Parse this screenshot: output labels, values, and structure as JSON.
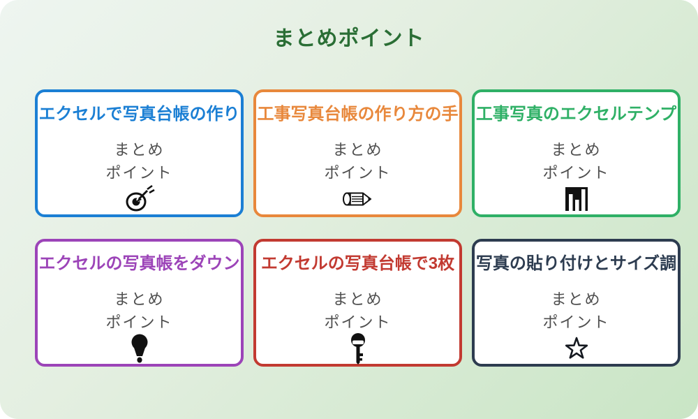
{
  "page": {
    "title": "まとめポイント"
  },
  "theme": {
    "background_start": "#eef5f0",
    "background_end": "#c9e5c5",
    "title_color": "#2a6e35",
    "subtitle_text_color": "#4f4f4f",
    "icon_color": "#111111"
  },
  "cards": [
    {
      "title": "エクセルで写真台帳の作り",
      "subtitle": [
        "まとめ",
        "ポイント"
      ],
      "color": "#1b7fd4",
      "icon": "target-dart-icon"
    },
    {
      "title": "工事写真台帳の作り方の手",
      "subtitle": [
        "まとめ",
        "ポイント"
      ],
      "color": "#e8883c",
      "icon": "pencil-icon"
    },
    {
      "title": "工事写真のエクセルテンプ",
      "subtitle": [
        "まとめ",
        "ポイント"
      ],
      "color": "#2fb066",
      "icon": "bar-chart-icon"
    },
    {
      "title": "エクセルの写真帳をダウン",
      "subtitle": [
        "まとめ",
        "ポイント"
      ],
      "color": "#9c44b8",
      "icon": "lightbulb-icon"
    },
    {
      "title": "エクセルの写真台帳で3枚",
      "subtitle": [
        "まとめ",
        "ポイント"
      ],
      "color": "#c23a31",
      "icon": "key-icon"
    },
    {
      "title": "写真の貼り付けとサイズ調",
      "subtitle": [
        "まとめ",
        "ポイント"
      ],
      "color": "#2d3c50",
      "icon": "star-icon"
    }
  ]
}
